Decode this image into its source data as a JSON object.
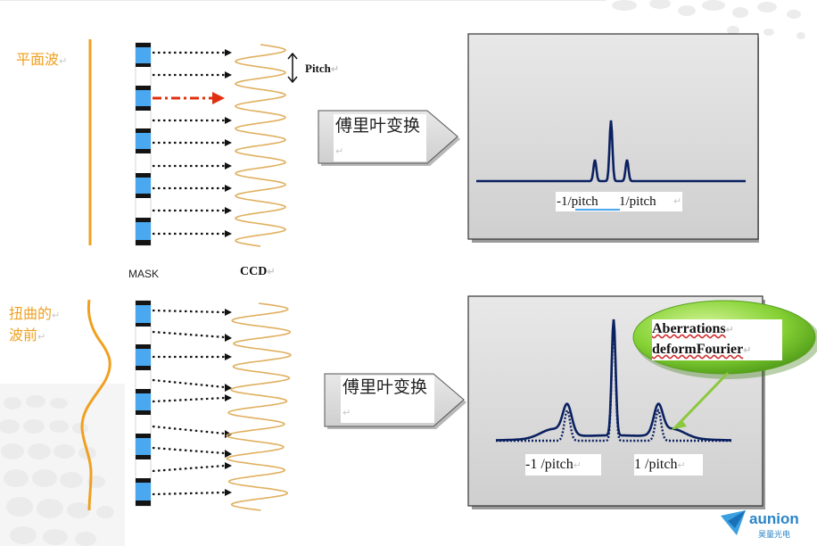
{
  "top_section": {
    "wave_label": "平面波",
    "pitch_label": "Pitch",
    "mask_label": "MASK",
    "ccd_label": "CCD",
    "arrow_label": "傅里叶变换",
    "axis_labels": [
      "-1/pitch",
      "1/pitch"
    ]
  },
  "bottom_section": {
    "wave_label_line1": "扭曲的",
    "wave_label_line2": "波前",
    "arrow_label": "傅里叶变换",
    "callout_line1": "Aberrations",
    "callout_line2": "deformFourier",
    "axis_labels": [
      "-1 /pitch",
      "1 /pitch"
    ]
  },
  "logo": {
    "brand": "aunion",
    "subtitle": "昊量光电"
  },
  "colors": {
    "orange": "#f0a020",
    "mask_blue": "#4aa8f0",
    "mask_black": "#141414",
    "ccd_gold": "#e0b060",
    "spectrum_navy": "#0a2060",
    "red_arrow": "#e03010",
    "callout_green": "#6cc020"
  },
  "icons": {
    "mark_symbol": "↵"
  }
}
